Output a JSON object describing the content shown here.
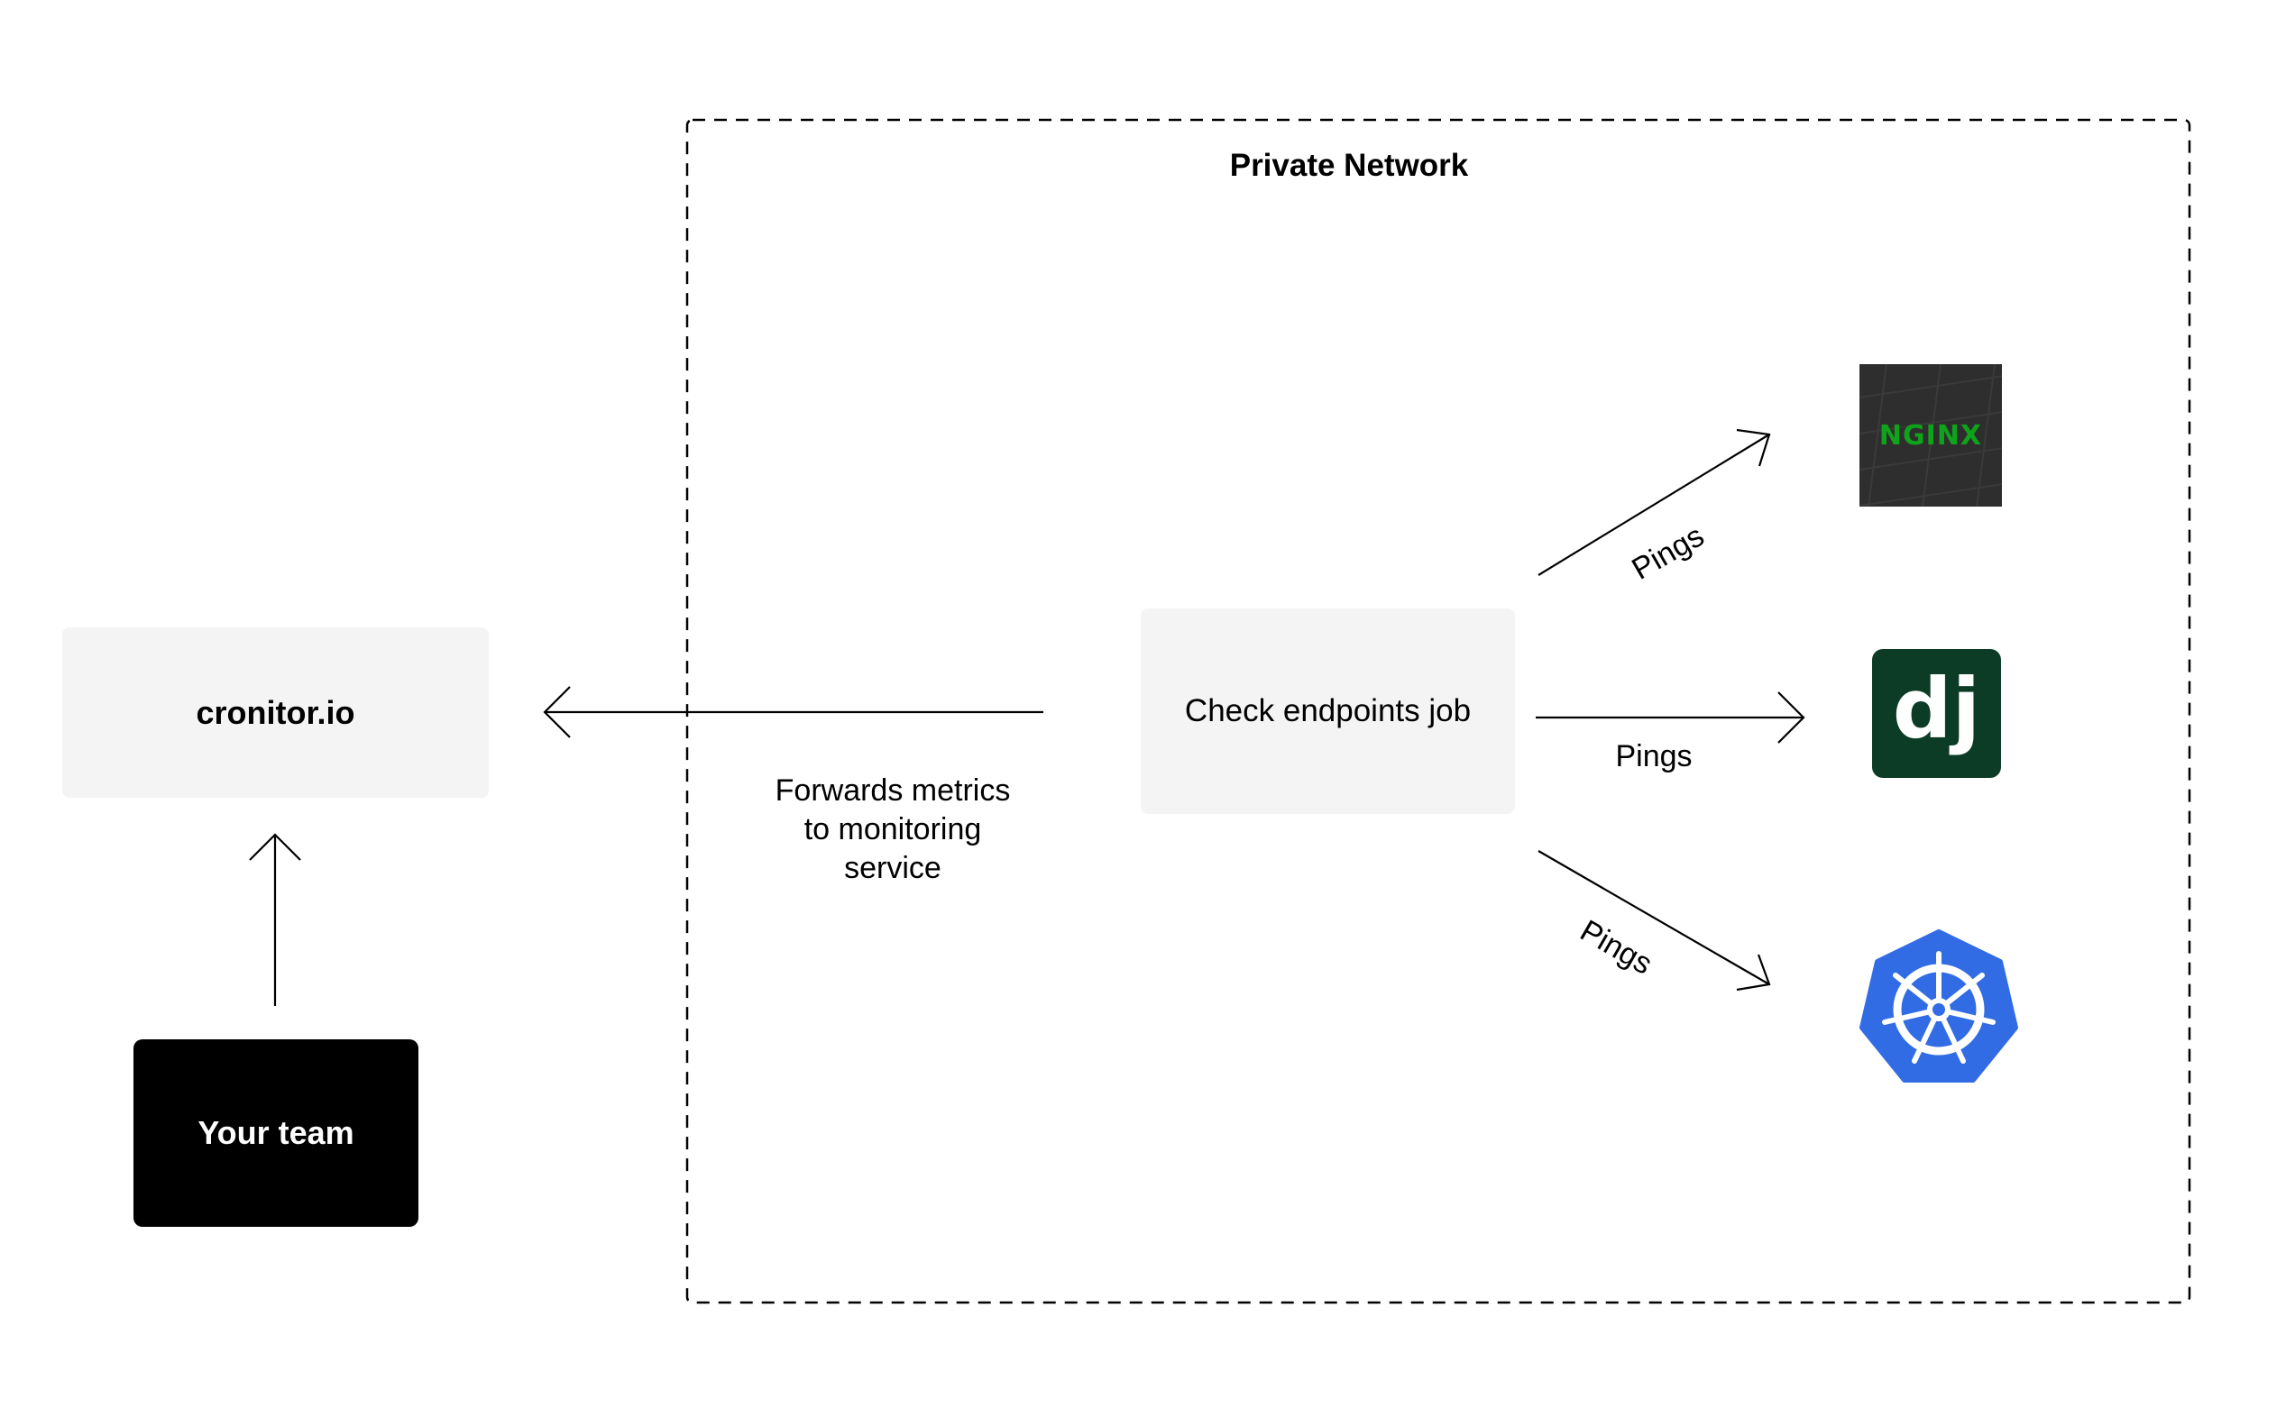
{
  "diagram": {
    "network": {
      "title": "Private Network"
    },
    "nodes": {
      "cronitor": {
        "label": "cronitor.io"
      },
      "team": {
        "label": "Your team"
      },
      "job": {
        "label": "Check endpoints job"
      },
      "nginx": {
        "logo_text": "NGINX",
        "icon": "nginx-logo",
        "color": "#009639"
      },
      "django": {
        "logo_text": "dj",
        "icon": "django-logo",
        "color": "#0c3c26"
      },
      "kubernetes": {
        "icon": "kubernetes-logo",
        "color": "#326ce5"
      }
    },
    "edges": {
      "forward": {
        "lines": [
          "Forwards metrics",
          "to monitoring",
          "service"
        ]
      },
      "ping_nginx": {
        "label": "Pings"
      },
      "ping_django": {
        "label": "Pings"
      },
      "ping_k8s": {
        "label": "Pings"
      }
    }
  }
}
